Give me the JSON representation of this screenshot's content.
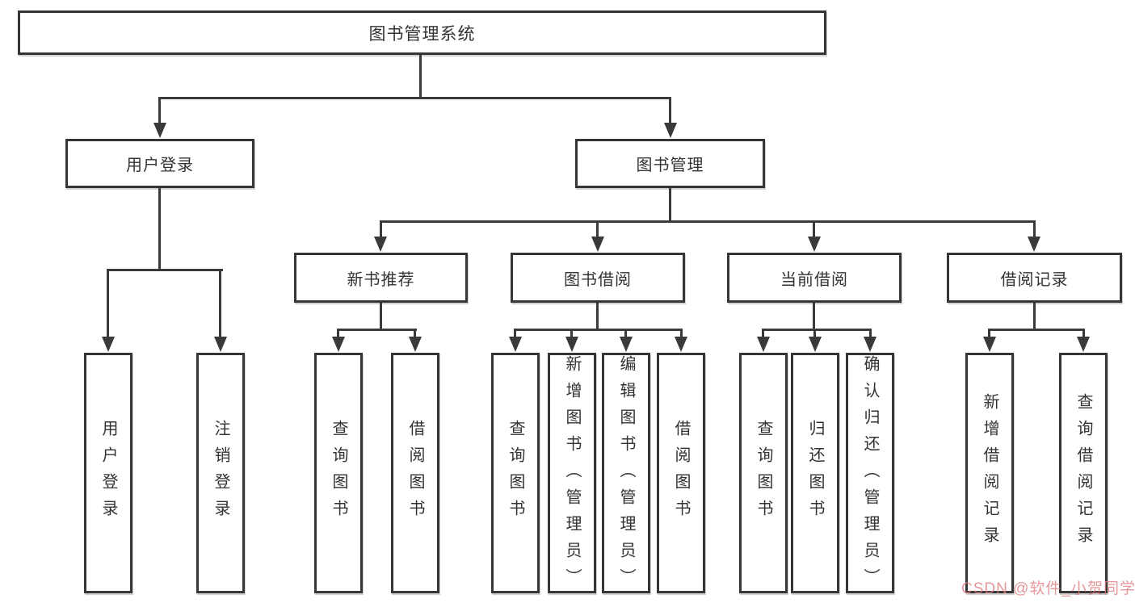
{
  "diagram": {
    "root": {
      "label": "图书管理系统"
    },
    "level2": [
      {
        "id": "user-login",
        "label": "用户登录"
      },
      {
        "id": "book-management",
        "label": "图书管理"
      }
    ],
    "level3": [
      {
        "id": "new-book-recommend",
        "label": "新书推荐"
      },
      {
        "id": "book-borrow",
        "label": "图书借阅"
      },
      {
        "id": "current-borrow",
        "label": "当前借阅"
      },
      {
        "id": "borrow-records",
        "label": "借阅记录"
      }
    ],
    "leaves": [
      {
        "id": "user-login-leaf",
        "label": "用户登录"
      },
      {
        "id": "logout",
        "label": "注销登录"
      },
      {
        "id": "query-books-recommend",
        "label": "查询图书"
      },
      {
        "id": "borrow-books-recommend",
        "label": "借阅图书"
      },
      {
        "id": "query-books-borrow",
        "label": "查询图书"
      },
      {
        "id": "add-books-admin",
        "label": "新增图书（管理员）"
      },
      {
        "id": "edit-books-admin",
        "label": "编辑图书（管理员）"
      },
      {
        "id": "borrow-books",
        "label": "借阅图书"
      },
      {
        "id": "query-books-current",
        "label": "查询图书"
      },
      {
        "id": "return-books",
        "label": "归还图书"
      },
      {
        "id": "confirm-return-admin",
        "label": "确认归还（管理员）"
      },
      {
        "id": "add-borrow-record",
        "label": "新增借阅记录"
      },
      {
        "id": "query-borrow-record",
        "label": "查询借阅记录"
      }
    ],
    "watermark": "CSDN @软件_小贺同学",
    "colors": {
      "line": "#3a3a3a",
      "text": "#333333",
      "watermark": "#de8082"
    }
  }
}
